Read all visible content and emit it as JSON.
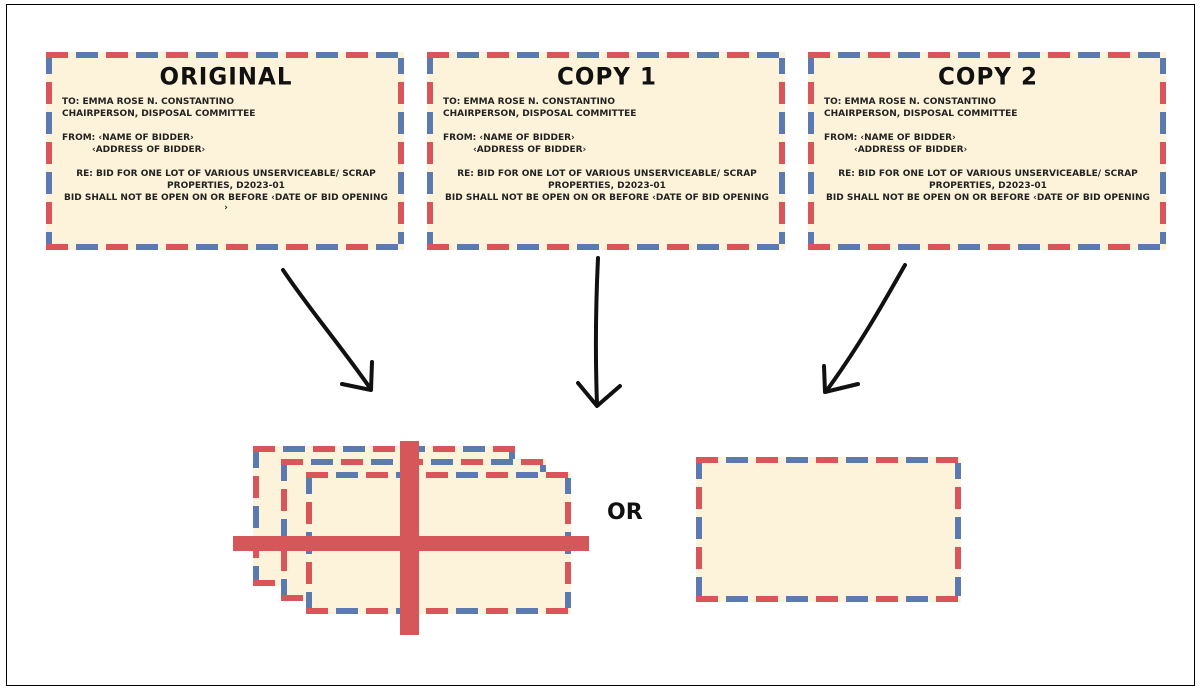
{
  "envelopes": [
    {
      "title": "ORIGINAL",
      "to_line1": "TO: EMMA ROSE N. CONSTANTINO",
      "to_line2": "CHAIRPERSON, DISPOSAL COMMITTEE",
      "from_line1": "FROM: ‹NAME OF BIDDER›",
      "from_line2": "‹ADDRESS OF BIDDER›",
      "re_line1": "RE: BID FOR ONE LOT OF VARIOUS UNSERVICEABLE/ SCRAP",
      "re_line2": "PROPERTIES, D2023-01",
      "bid_line": "BID SHALL NOT BE OPEN ON OR BEFORE ‹DATE OF BID OPENING",
      "bid_tail": "›"
    },
    {
      "title": "COPY 1",
      "to_line1": "TO: EMMA ROSE N. CONSTANTINO",
      "to_line2": "CHAIRPERSON, DISPOSAL COMMITTEE",
      "from_line1": "FROM: ‹NAME OF BIDDER›",
      "from_line2": "‹ADDRESS OF BIDDER›",
      "re_line1": "RE: BID FOR ONE LOT OF VARIOUS UNSERVICEABLE/ SCRAP",
      "re_line2": "PROPERTIES, D2023-01",
      "bid_line": "BID SHALL NOT BE OPEN ON OR BEFORE ‹DATE OF BID OPENING"
    },
    {
      "title": "COPY 2",
      "to_line1": "TO: EMMA ROSE N. CONSTANTINO",
      "to_line2": "CHAIRPERSON, DISPOSAL COMMITTEE",
      "from_line1": "FROM: ‹NAME OF BIDDER›",
      "from_line2": "‹ADDRESS OF BIDDER›",
      "re_line1": "RE: BID FOR ONE LOT OF VARIOUS UNSERVICEABLE/ SCRAP",
      "re_line2": "PROPERTIES, D2023-01",
      "bid_line": "BID SHALL NOT BE OPEN ON OR BEFORE ‹DATE OF BID OPENING"
    }
  ],
  "or_label": "OR",
  "colors": {
    "stripe_red": "#d9555a",
    "stripe_blue": "#5b7bb0",
    "envelope_fill": "#fdf3da",
    "ribbon": "#d5575a"
  }
}
